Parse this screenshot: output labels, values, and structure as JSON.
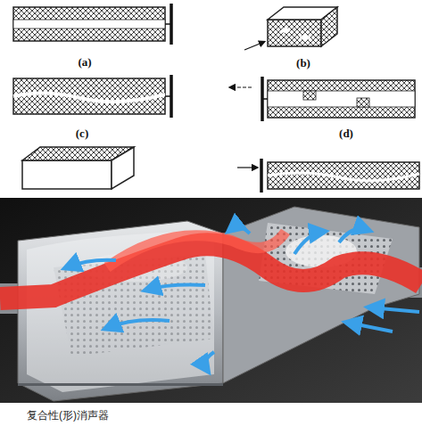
{
  "diagram": {
    "caption": "复合性(形)消声器",
    "labels": [
      "(a)",
      "(b)",
      "(c)",
      "(d)"
    ]
  }
}
